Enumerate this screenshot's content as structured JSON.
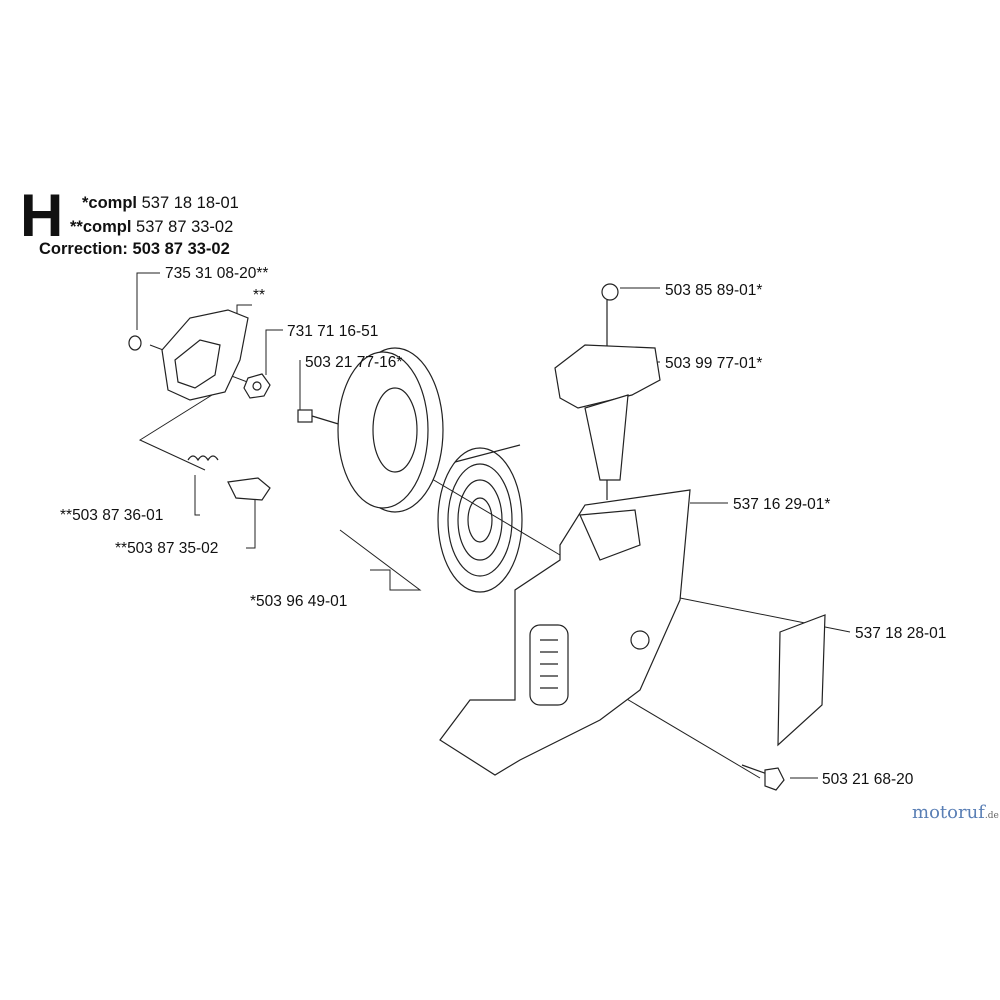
{
  "header": {
    "section_letter": "H",
    "line1_prefix": "*compl",
    "line1_number": "537 18 18-01",
    "line2_prefix": "**compl",
    "line2_number": "537 87 33-02",
    "correction_label": "Correction:",
    "correction_number": "503 87 33-02"
  },
  "parts": [
    {
      "number": "735 31 08-20**"
    },
    {
      "number": "**"
    },
    {
      "number": "731 71 16-51"
    },
    {
      "number": "503 21 77-16*"
    },
    {
      "number": "503 85 89-01*"
    },
    {
      "number": "503 99 77-01*"
    },
    {
      "number": "537 16 29-01*"
    },
    {
      "number": "537 18 28-01"
    },
    {
      "number": "503 21 68-20"
    },
    {
      "number": "**503 87 36-01"
    },
    {
      "number": "**503 87 35-02"
    },
    {
      "number": "*503 96 49-01"
    }
  ],
  "watermark": {
    "text": "motoruf",
    "suffix": ".de"
  }
}
